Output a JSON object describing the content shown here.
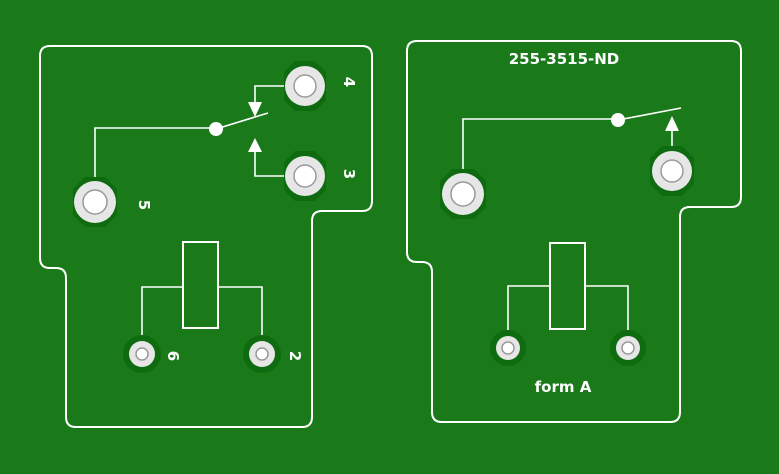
{
  "left_board": {
    "pin_labels": {
      "p4": "4",
      "p3": "3",
      "p5": "5",
      "p6": "6",
      "p2": "2"
    }
  },
  "right_board": {
    "part_number": "255-3515-ND",
    "form_label": "form A"
  },
  "colors": {
    "board_background": "#1a7a1a",
    "silkscreen": "#ffffff",
    "pad_ring": "#0f6b0f",
    "pad_copper": "#e6e6e6"
  }
}
